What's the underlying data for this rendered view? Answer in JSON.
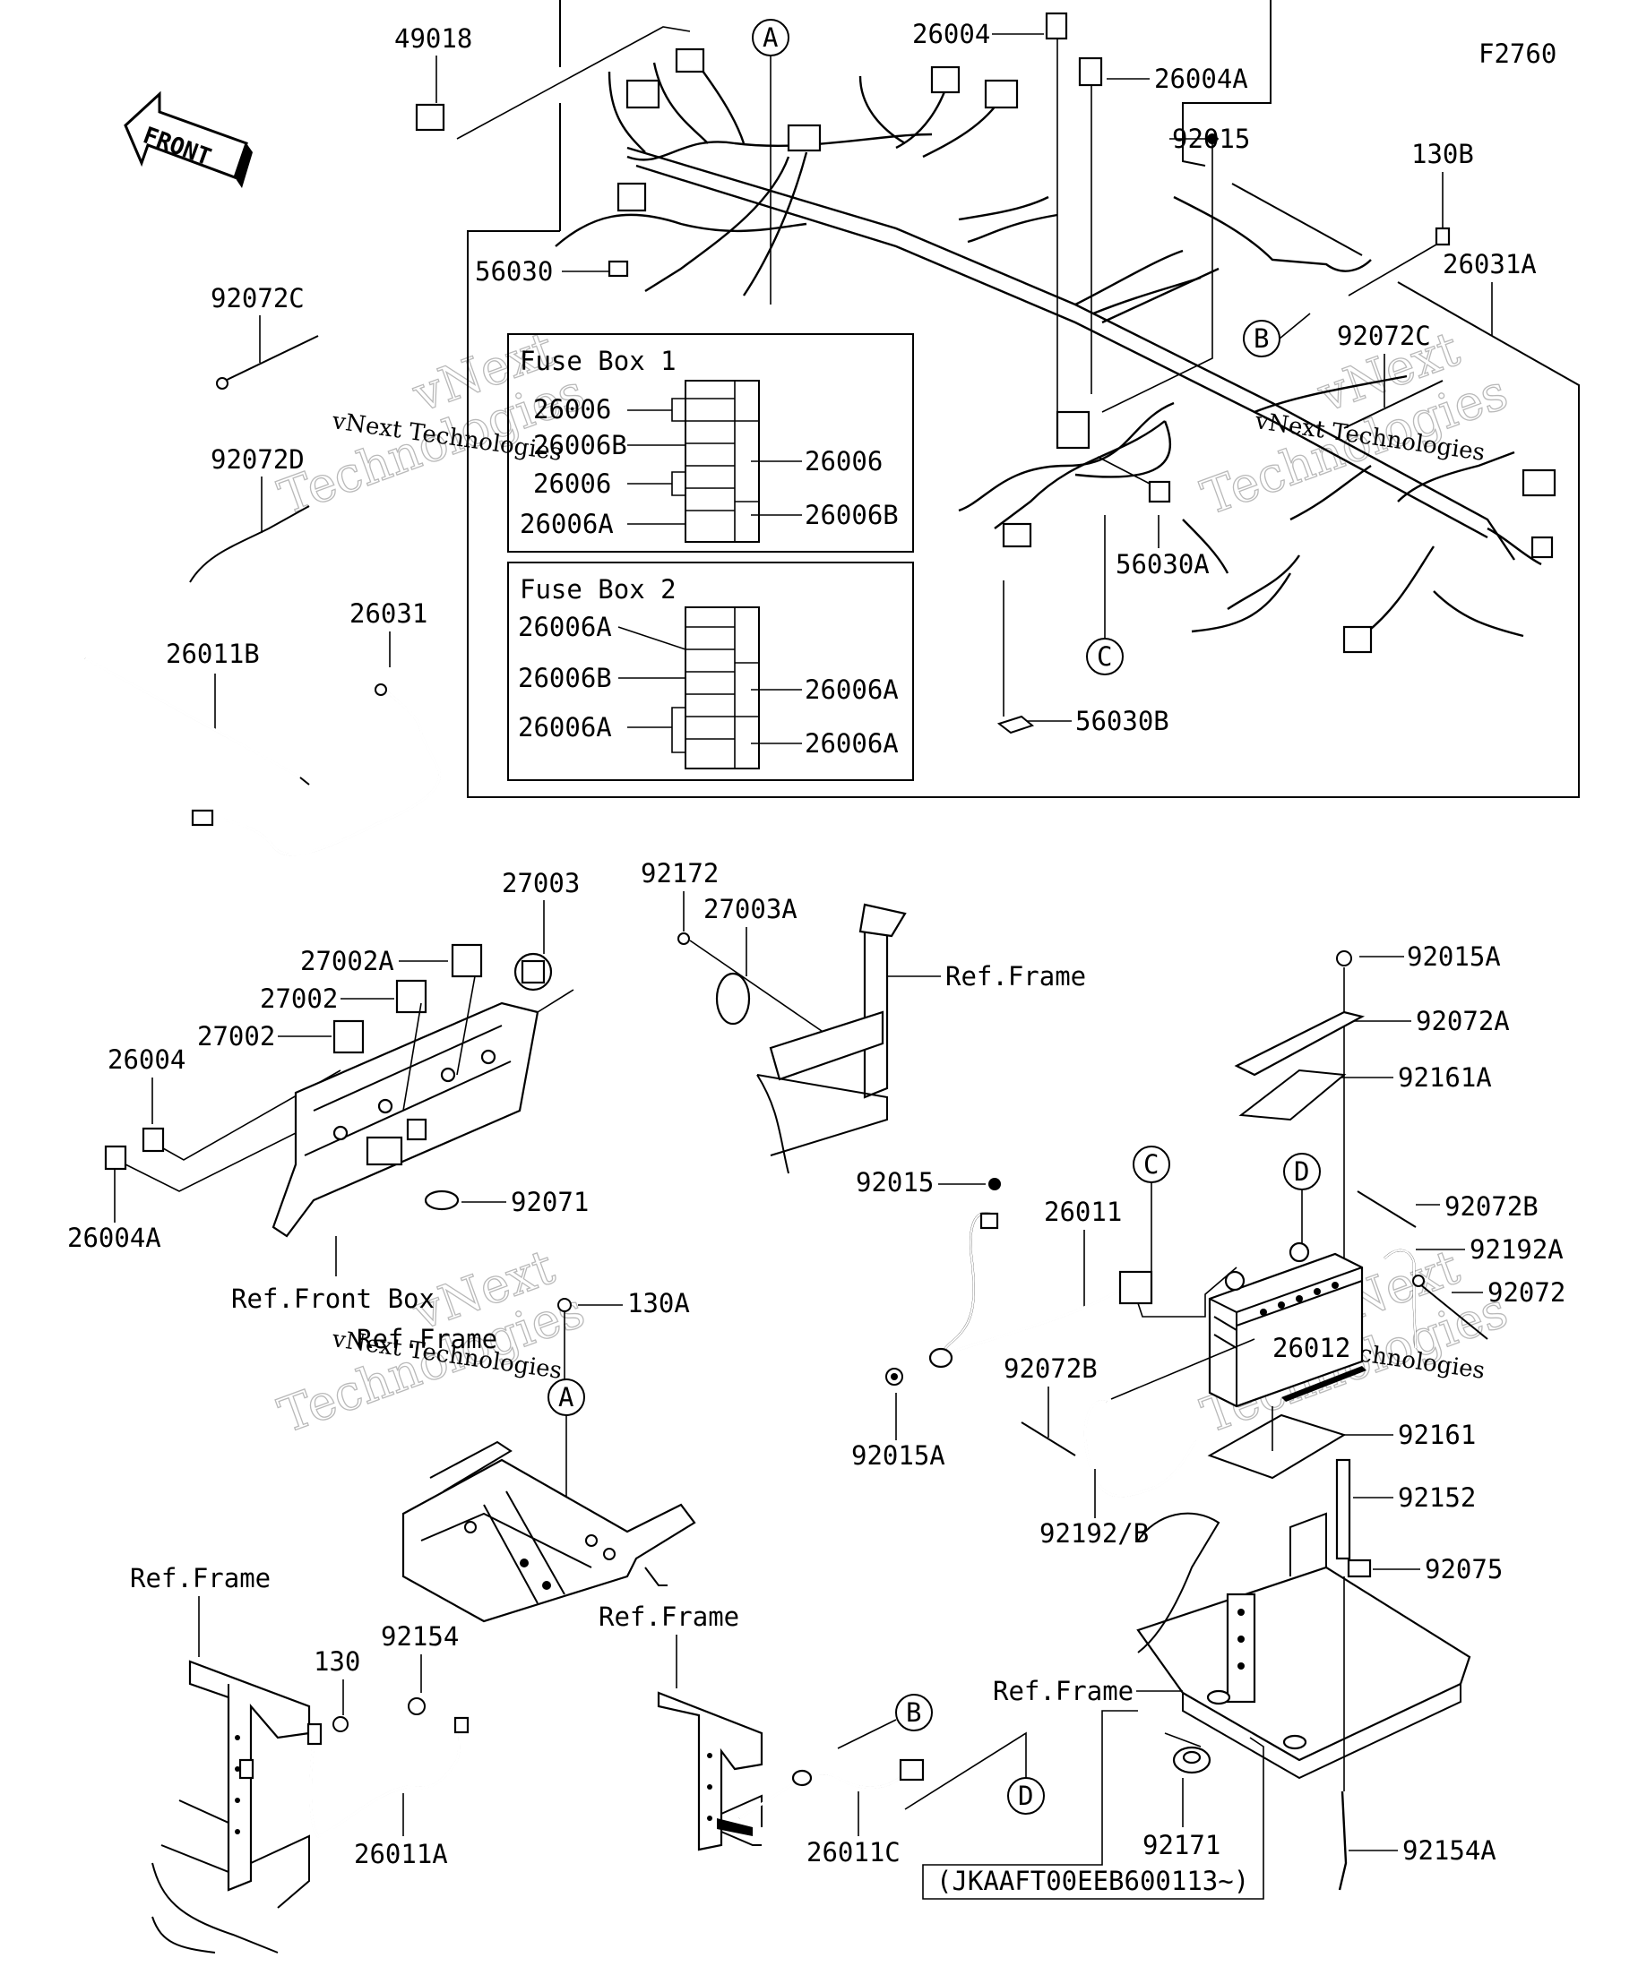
{
  "diagram": {
    "code": "F2760",
    "front_label": "FRONT",
    "watermark_top": "vNext",
    "watermark_bottom": "Technologies",
    "watermark_small": "vNext Technologies",
    "fuse_box_1": {
      "title": "Fuse Box 1",
      "left_labels": [
        "26006",
        "26006B",
        "26006",
        "26006A"
      ],
      "right_labels": [
        "26006",
        "26006B"
      ]
    },
    "fuse_box_2": {
      "title": "Fuse Box 2",
      "left_labels": [
        "26006A",
        "26006B",
        "26006A"
      ],
      "right_labels": [
        "26006A",
        "26006A"
      ]
    },
    "circle_markers": [
      "A",
      "B",
      "C",
      "D"
    ],
    "serial_note": "(JKAAFT00EEB600113~)",
    "parts": {
      "p49018": "49018",
      "p26004": "26004",
      "p26004A": "26004A",
      "p92015": "92015",
      "p130B": "130B",
      "p26031A": "26031A",
      "p92072C": "92072C",
      "p56030": "56030",
      "p56030A": "56030A",
      "p56030B": "56030B",
      "p92072D": "92072D",
      "p26011B": "26011B",
      "p26031": "26031",
      "p27003": "27003",
      "p27002A": "27002A",
      "p27002": "27002",
      "p92071": "92071",
      "ref_front_box": "Ref.Front Box",
      "ref_frame": "Ref.Frame",
      "p92172": "92172",
      "p27003A": "27003A",
      "p92015A": "92015A",
      "p92072A": "92072A",
      "p92161A": "92161A",
      "p92072B": "92072B",
      "p92192A": "92192A",
      "p92072": "92072",
      "p26012": "26012",
      "p26011": "26011",
      "p92161": "92161",
      "p92152": "92152",
      "p92075": "92075",
      "p92192B": "92192/B",
      "p130A": "130A",
      "p130": "130",
      "p92154": "92154",
      "p26011A": "26011A",
      "p26011C": "26011C",
      "p92171": "92171",
      "p92154A": "92154A"
    }
  }
}
